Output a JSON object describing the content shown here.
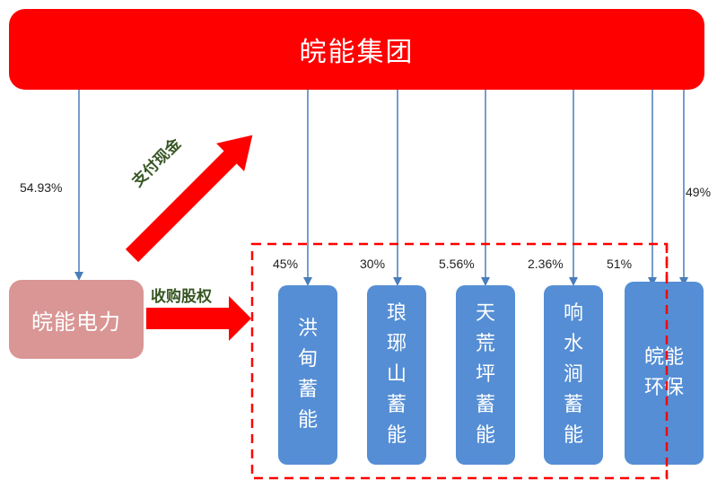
{
  "parent": {
    "label": "皖能集团",
    "color": "#ff0000"
  },
  "power": {
    "label": "皖能电力",
    "color": "#d99694"
  },
  "subsidiaries": [
    {
      "label": "洪甸蓄能",
      "pct": "45%"
    },
    {
      "label": "琅琊山蓄能",
      "pct": "30%"
    },
    {
      "label": "天荒坪蓄能",
      "pct": "5.56%"
    },
    {
      "label": "响水涧蓄能",
      "pct": "2.36%"
    },
    {
      "label": "皖能环保",
      "pct": "51%"
    }
  ],
  "power_pct": "54.93%",
  "env_group_pct": "49%",
  "arrows": {
    "cash_label": "支付现金",
    "acquire_label": "收购股权"
  },
  "colors": {
    "sub_box": "#558ed5",
    "line": "#4a7ebb",
    "arrow": "#ff0000",
    "dashed": "#ff0000"
  }
}
